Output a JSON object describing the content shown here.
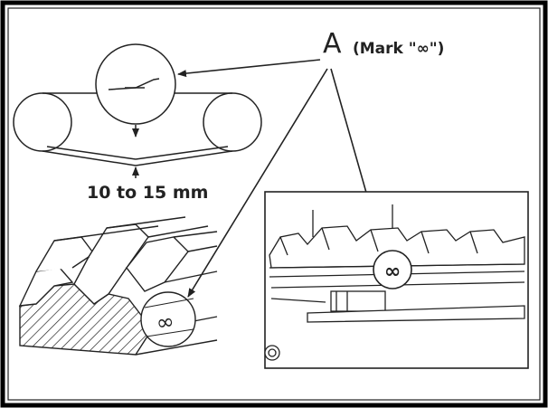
{
  "labels": {
    "callout_letter": "A",
    "mark_note": "(Mark \"∞\")",
    "gap_range": "10 to 15 mm",
    "mark_symbol": "∞"
  },
  "colors": {
    "ink": "#222222",
    "background": "#ffffff",
    "frame": "#000000"
  }
}
